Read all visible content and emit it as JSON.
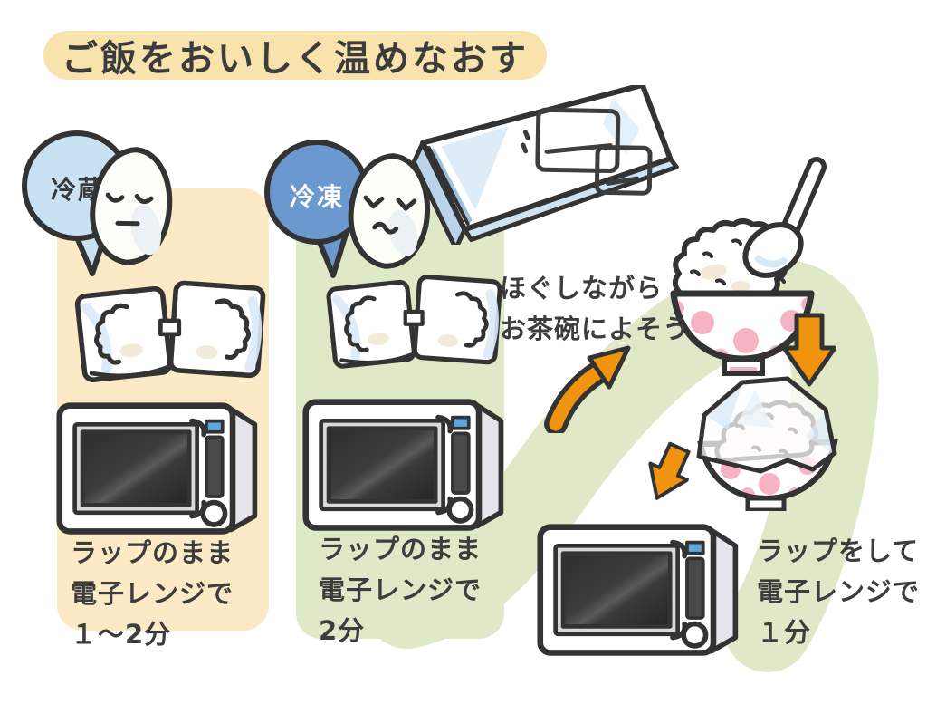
{
  "title": "ご飯をおいしく温めなおす",
  "bubbles": {
    "fridge": "冷蔵",
    "frozen": "冷凍"
  },
  "captions": {
    "fridge": {
      "line1": "ラップのまま",
      "line2": "電子レンジで",
      "line3": "１〜2分"
    },
    "frozen": {
      "line1": "ラップのまま",
      "line2": "電子レンジで",
      "line3": "2分"
    },
    "serve": {
      "line1": "ほぐしながら",
      "line2": "お茶碗によそう"
    },
    "rewarm": {
      "line1": "ラップをして",
      "line2": "電子レンジで",
      "line3": "１分"
    }
  },
  "colors": {
    "title_highlight": "#F8E3AC",
    "fridge_panel": "#FBEAC5",
    "frozen_panel": "#DFE9C8",
    "bubble_fridge": "#C8E2F3",
    "bubble_frozen": "#6B98CE",
    "arrow_orange": "#F0930F",
    "outline": "#3A3A3A",
    "bowl_dot_pink": "#F6B3C3",
    "microwave_indicator_blue": "#5FA6DC"
  },
  "icons": {
    "fridge_character": "sleepy-rice-grain",
    "frozen_character": "shivering-rice-grain"
  }
}
